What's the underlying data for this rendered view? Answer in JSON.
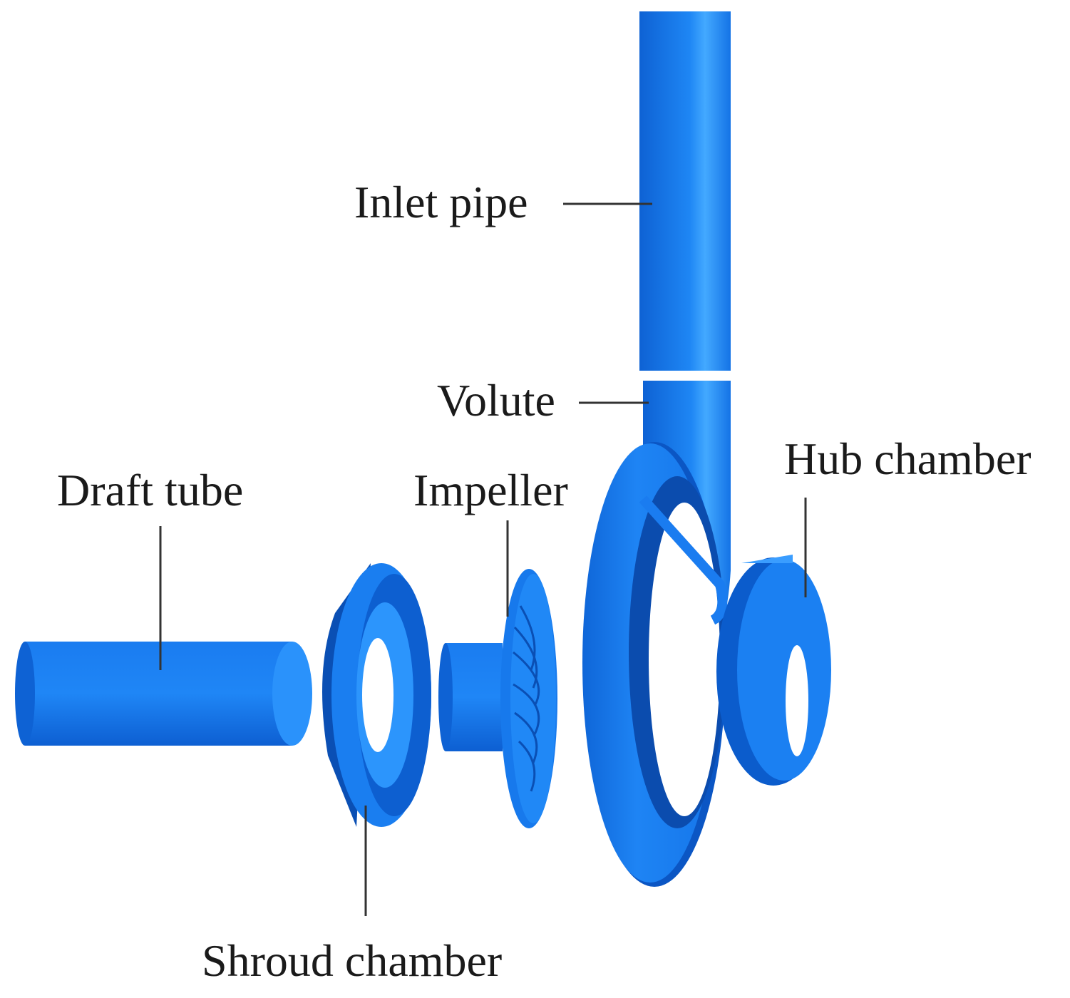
{
  "diagram": {
    "components": {
      "inlet_pipe": "Inlet pipe",
      "volute": "Volute",
      "hub_chamber": "Hub chamber",
      "draft_tube": "Draft tube",
      "impeller": "Impeller",
      "shroud_chamber": "Shroud chamber"
    },
    "colors": {
      "body": "#1e7ff0",
      "body_dark": "#0b5ed0",
      "body_light": "#3aa0ff",
      "edge": "#0a4fb4",
      "leader": "#333333"
    }
  }
}
